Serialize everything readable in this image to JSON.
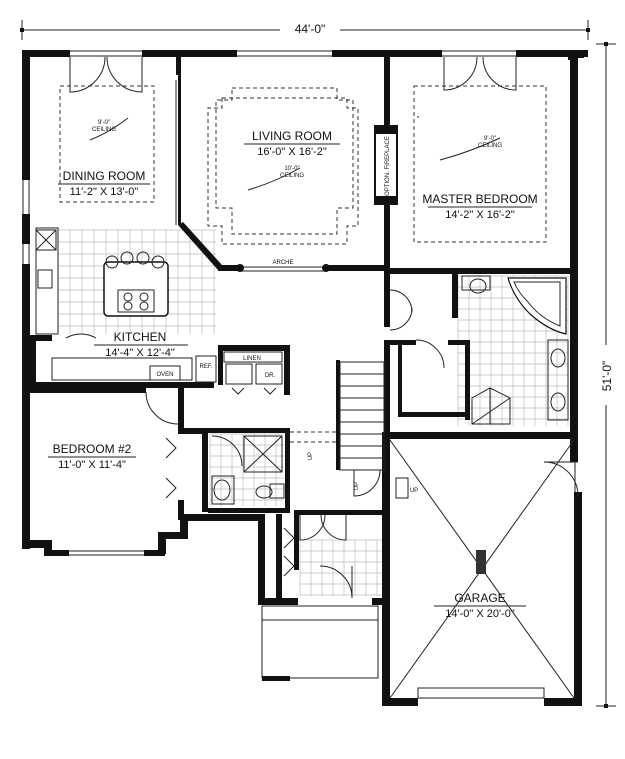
{
  "dimensions": {
    "width": "44'-0\"",
    "depth": "51'-0\""
  },
  "rooms": {
    "dining": {
      "name": "DINING ROOM",
      "size": "11'-2\" X 13'-0\"",
      "ceiling_height": "9'-0\"",
      "ceiling": "CEILING"
    },
    "living": {
      "name": "LIVING ROOM",
      "size": "16'-0\" X 16'-2\"",
      "ceiling_height": "10'-0\"",
      "ceiling": "CEILING"
    },
    "master": {
      "name": "MASTER BEDROOM",
      "size": "14'-2\" X 16'-2\"",
      "ceiling_height": "9'-0\"",
      "ceiling": "CEILING"
    },
    "kitchen": {
      "name": "KITCHEN",
      "size": "14'-4\" X 12'-4\""
    },
    "bedroom2": {
      "name": "BEDROOM #2",
      "size": "11'-0\" X 11'-4\""
    },
    "garage": {
      "name": "GARAGE",
      "size": "14'-0\" X 20'-0\""
    }
  },
  "labels": {
    "fireplace": "OPTION. FIREPLACE",
    "arche": "ARCHE",
    "oven": "OVEN",
    "ref": "REF.",
    "linen": "LINEN",
    "dr": "DR.",
    "up1": "UP",
    "up2": "UP",
    "up3": "UP"
  }
}
